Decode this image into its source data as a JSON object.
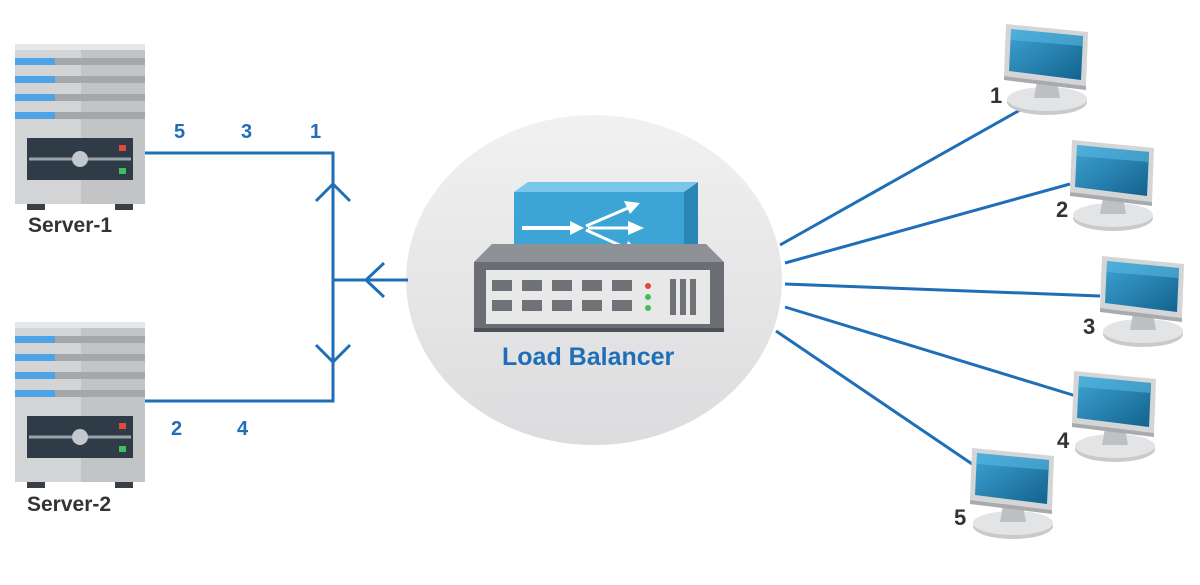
{
  "colors": {
    "line": "#1e6eb8",
    "ellipse": "#e9e9ea",
    "server_body": "#dcdcdd",
    "server_stripe": "#4da3e6",
    "device_top": "#4bb3de",
    "monitor_screen": "#1d7fae"
  },
  "servers": [
    {
      "label": "Server-1",
      "route_numbers": [
        "5",
        "3",
        "1"
      ]
    },
    {
      "label": "Server-2",
      "route_numbers": [
        "2",
        "4"
      ]
    }
  ],
  "load_balancer": {
    "label": "Load Balancer",
    "icon": "load-balancer-icon"
  },
  "clients": [
    {
      "number": "1",
      "icon": "monitor-icon"
    },
    {
      "number": "2",
      "icon": "monitor-icon"
    },
    {
      "number": "3",
      "icon": "monitor-icon"
    },
    {
      "number": "4",
      "icon": "monitor-icon"
    },
    {
      "number": "5",
      "icon": "monitor-icon"
    }
  ]
}
